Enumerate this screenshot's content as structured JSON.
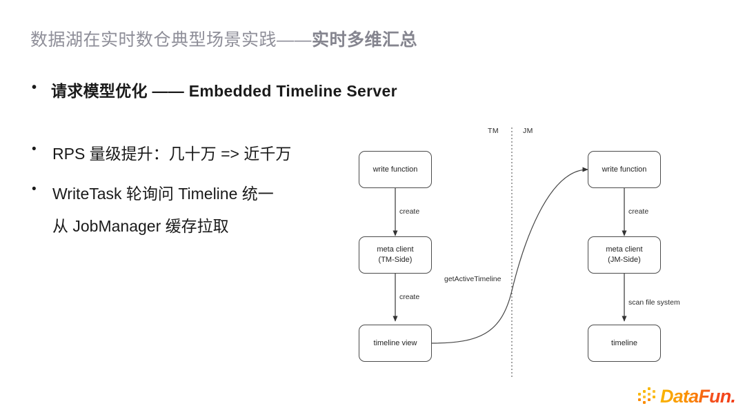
{
  "slide": {
    "title_plain": "数据湖在实时数仓典型场景实践——",
    "title_emph": "实时多维汇总",
    "bullet_marker": "•"
  },
  "bullets": [
    {
      "id": "headline",
      "text": "请求模型优化 —— Embedded Timeline Server"
    },
    {
      "id": "rps",
      "text": "RPS 量级提升：几十万 => 近千万"
    },
    {
      "id": "writetask",
      "line1": "WriteTask 轮询问 Timeline 统一",
      "line2": "从 JobManager 缓存拉取"
    }
  ],
  "diagram": {
    "lanes": [
      {
        "name": "tm",
        "label": "TM"
      },
      {
        "name": "jm",
        "label": "JM"
      }
    ],
    "nodes": [
      {
        "name": "tm-write-function",
        "line1": "write function",
        "line2": ""
      },
      {
        "name": "tm-meta-client",
        "line1": "meta client",
        "line2": "(TM-Side)"
      },
      {
        "name": "tm-timeline-view",
        "line1": "timeline view",
        "line2": ""
      },
      {
        "name": "jm-write-function",
        "line1": "write function",
        "line2": ""
      },
      {
        "name": "jm-meta-client",
        "line1": "meta client",
        "line2": "(JM-Side)"
      },
      {
        "name": "jm-timeline",
        "line1": "timeline",
        "line2": ""
      }
    ],
    "edges": [
      {
        "name": "tm-create-1",
        "label": "create"
      },
      {
        "name": "tm-create-2",
        "label": "create"
      },
      {
        "name": "get-active-timeline",
        "label": "getActiveTimeline"
      },
      {
        "name": "jm-create",
        "label": "create"
      },
      {
        "name": "jm-scan-file-system",
        "label": "scan file system"
      }
    ]
  },
  "logo": {
    "wordmark": "DataFun.",
    "colors": {
      "start": "#f9b700",
      "end": "#f23a16"
    }
  }
}
